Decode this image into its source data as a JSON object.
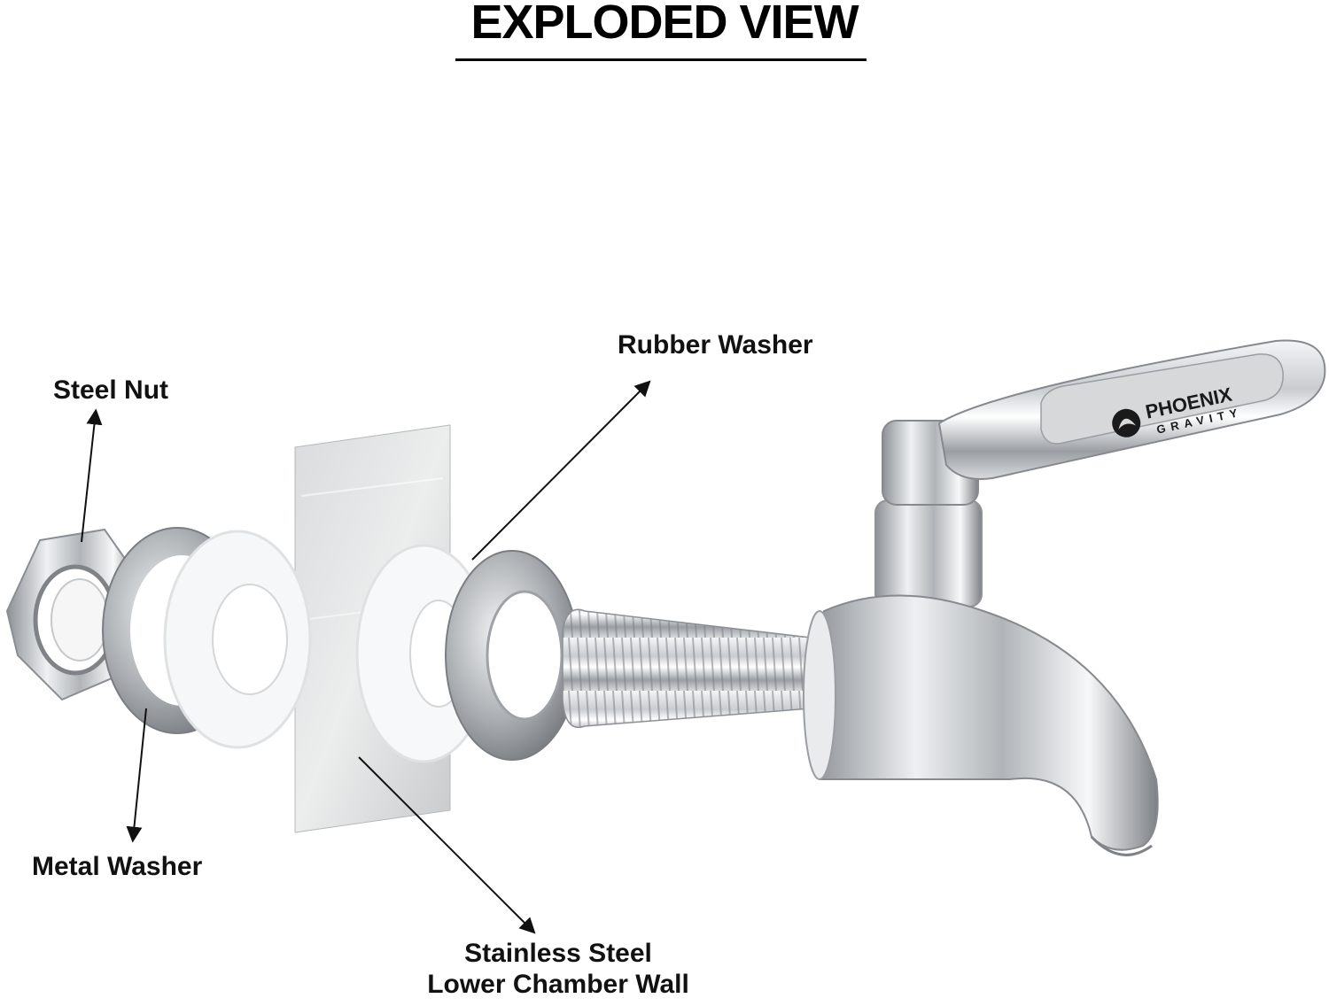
{
  "title": "EXPLODED VIEW",
  "labels": {
    "steel_nut": "Steel Nut",
    "metal_washer": "Metal Washer",
    "rubber_washer": "Rubber Washer",
    "wall_line1": "Stainless Steel",
    "wall_line2": "Lower Chamber Wall"
  },
  "brand": {
    "name": "PHOENIX",
    "sub": "GRAVITY"
  },
  "colors": {
    "text": "#111111",
    "steel_light": "#eef0f2",
    "steel_mid": "#b9bcc0",
    "steel_dark": "#6f7378",
    "rubber": "#f7f8f9"
  }
}
